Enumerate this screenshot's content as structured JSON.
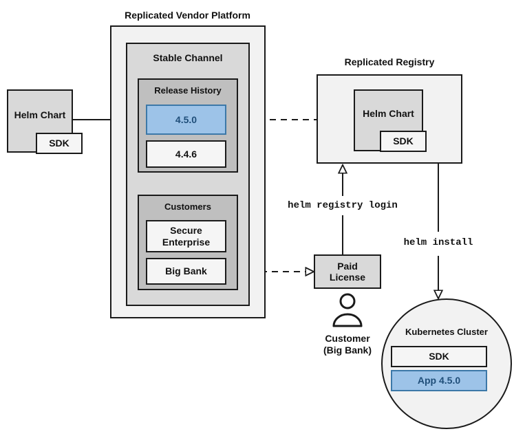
{
  "diagram": {
    "title": "Replicated Helm Chart distribution flow",
    "colors": {
      "accent_blue_fill": "#9dc3e8",
      "accent_blue_border": "#3c78a8",
      "accent_blue_text": "#1f4e79",
      "panel_gray": "#f2f2f2",
      "channel_gray": "#d9d9d9",
      "group_gray": "#bfbfbf",
      "box_white": "#f5f5f5",
      "stroke": "#1a1a1a"
    }
  },
  "labels": {
    "vendor_platform": "Replicated Vendor Platform",
    "stable_channel": "Stable Channel",
    "release_history": "Release History",
    "customers": "Customers",
    "replicated_registry": "Replicated Registry",
    "kubernetes_cluster": "Kubernetes Cluster"
  },
  "source_chart": {
    "name": "Helm Chart",
    "sdk": "SDK"
  },
  "release_history": {
    "versions": [
      {
        "label": "4.5.0",
        "highlighted": true
      },
      {
        "label": "4.4.6",
        "highlighted": false
      }
    ]
  },
  "customers": {
    "items": [
      {
        "label": "Secure\nEnterprise"
      },
      {
        "label": "Big Bank"
      }
    ]
  },
  "registry_chart": {
    "name": "Helm Chart",
    "sdk": "SDK"
  },
  "license": {
    "label": "Paid\nLicense"
  },
  "customer_actor": {
    "line1": "Customer",
    "line2": "(Big Bank)",
    "icon": "person-icon"
  },
  "cluster": {
    "title": "Kubernetes Cluster",
    "components": [
      {
        "label": "SDK",
        "highlighted": false
      },
      {
        "label": "App 4.5.0",
        "highlighted": true
      }
    ]
  },
  "commands": {
    "registry_login": "helm registry login",
    "install": "helm install"
  },
  "connections": [
    {
      "name": "chart-to-release",
      "style": "solid",
      "from": "Helm Chart",
      "to": "4.5.0"
    },
    {
      "name": "release-to-registry",
      "style": "dashed",
      "from": "4.5.0",
      "to": "Helm Chart (Registry)"
    },
    {
      "name": "bigbank-to-license",
      "style": "dashed",
      "from": "Big Bank",
      "to": "Paid License"
    },
    {
      "name": "license-to-registry",
      "style": "solid",
      "from": "Paid License",
      "to": "Replicated Registry",
      "label": "helm registry login"
    },
    {
      "name": "registry-to-cluster",
      "style": "solid",
      "from": "Replicated Registry",
      "to": "Kubernetes Cluster",
      "label": "helm install"
    }
  ]
}
